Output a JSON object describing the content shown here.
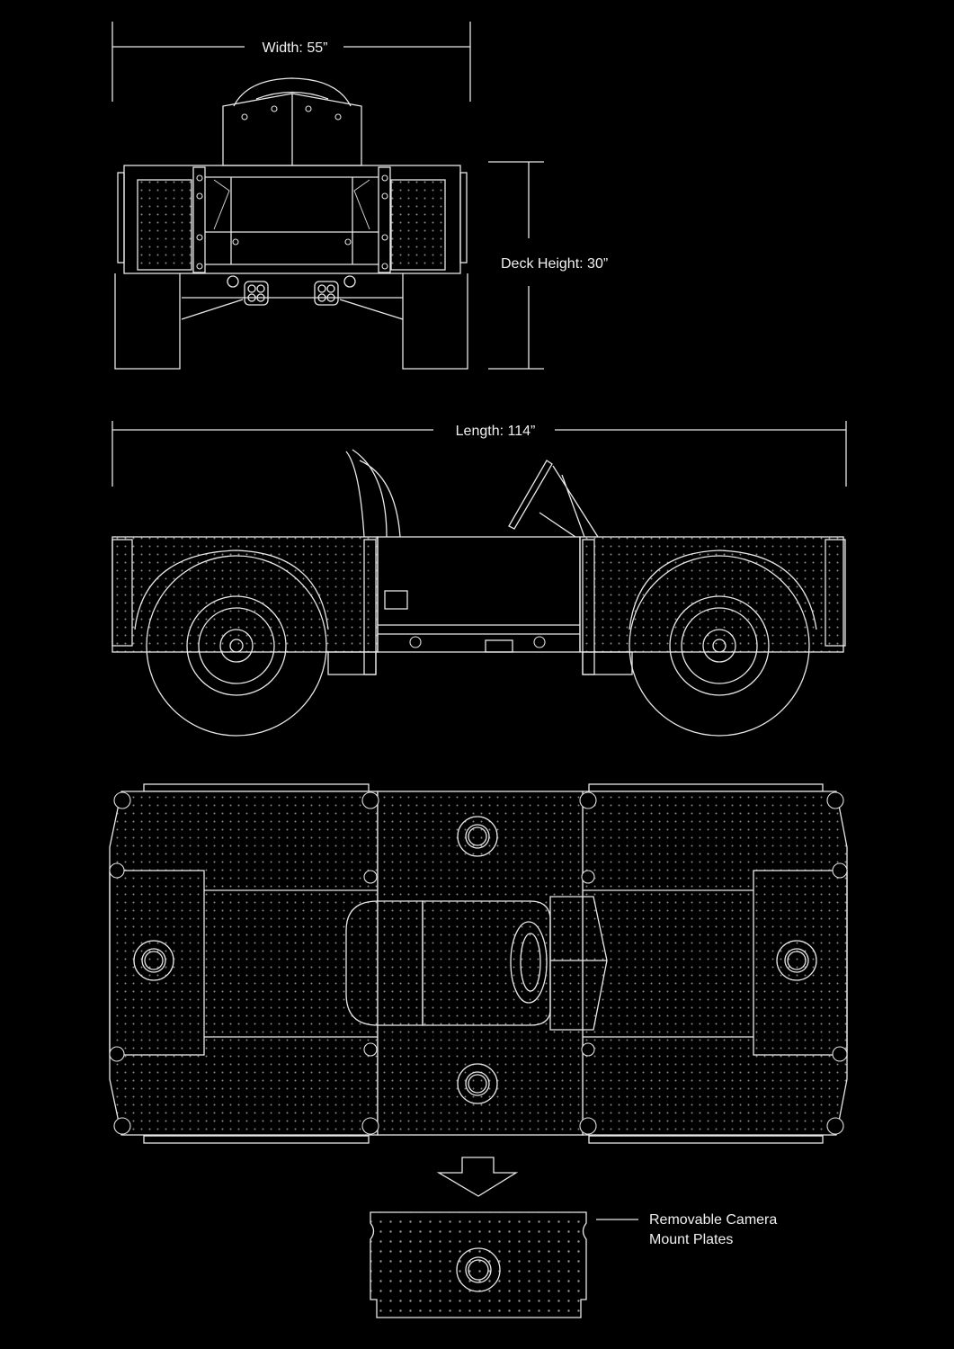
{
  "front_view": {
    "width_label": "Width:  55”",
    "deck_height_label": "Deck Height:  30”"
  },
  "side_view": {
    "length_label": "Length:  114”"
  },
  "callout": {
    "line1": "Removable Camera",
    "line2": "Mount Plates"
  },
  "colors": {
    "background": "#000000",
    "line": "#e8e8e8",
    "dots": "#8a8a8a"
  }
}
